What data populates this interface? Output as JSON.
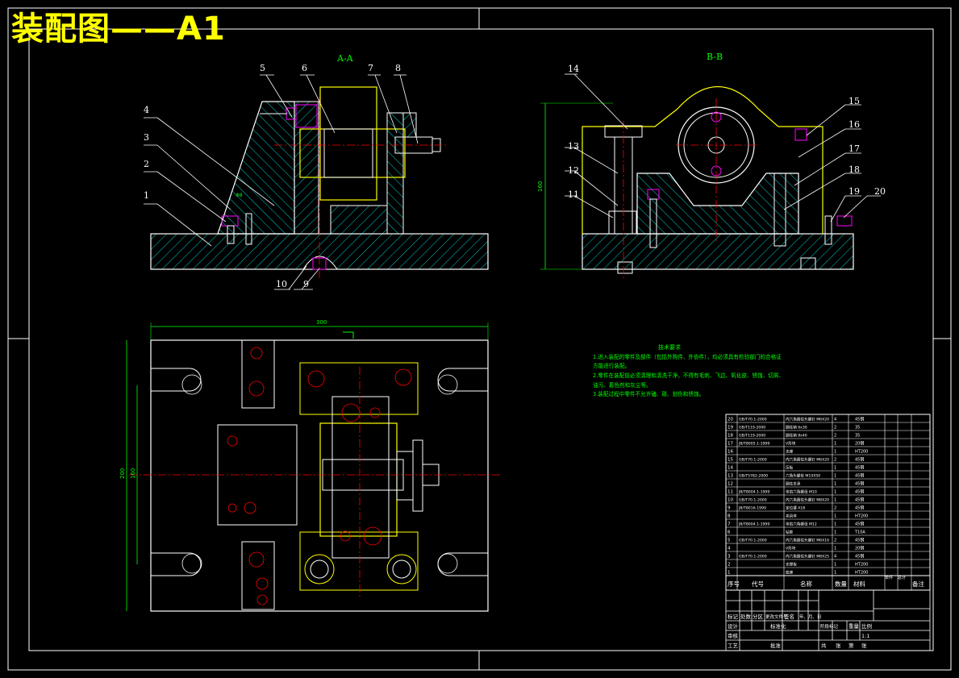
{
  "title": "装配图——A1",
  "sections": {
    "aa": "A-A",
    "bb": "B-B"
  },
  "balloons_aa": [
    "1",
    "2",
    "3",
    "4",
    "5",
    "6",
    "7",
    "8",
    "9",
    "10"
  ],
  "balloons_bb": [
    "11",
    "12",
    "13",
    "14",
    "15",
    "16",
    "17",
    "18",
    "19",
    "20"
  ],
  "dims": {
    "bb_height": "160",
    "plan_width": "300",
    "plan_height_outer": "200",
    "plan_height_inner": "160"
  },
  "notes": {
    "heading": "技术要求",
    "lines": [
      "1.进入装配的零件及部件（包括外购件、外协件），均必须具有检验部门的合格证",
      "方能进行装配。",
      "2.零件在装配前必须清理和清洗干净，不得有毛刺、飞边、氧化皮、锈蚀、切屑、",
      "油污、着色剂和灰尘等。",
      "3.装配过程中零件不允许磕、碰、划伤和锈蚀。"
    ]
  },
  "bom": {
    "headers": [
      "序号",
      "代号",
      "名称",
      "数量",
      "材料",
      "单件",
      "总计",
      "备注"
    ],
    "rows": [
      [
        "20",
        "GB/T70.1-2000",
        "内六角圆柱头螺钉 M6X20",
        "4",
        "45钢"
      ],
      [
        "19",
        "GB/T119-2000",
        "圆柱销 6x30",
        "2",
        "35"
      ],
      [
        "18",
        "GB/T119-2000",
        "圆柱销 8x40",
        "2",
        "35"
      ],
      [
        "17",
        "JB/T8005.1-1999",
        "V形块",
        "1",
        "20钢"
      ],
      [
        "16",
        "",
        "支座",
        "1",
        "HT200"
      ],
      [
        "15",
        "GB/T70.1-2000",
        "内六角圆柱头螺钉 M6X20",
        "2",
        "45钢"
      ],
      [
        "14",
        "",
        "压板",
        "1",
        "45钢"
      ],
      [
        "13",
        "GB/T5782-2000",
        "六角头螺栓 M10X50",
        "1",
        "45钢"
      ],
      [
        "12",
        "",
        "圆柱支承",
        "1",
        "45钢"
      ],
      [
        "11",
        "JB/T8004.1-1999",
        "带肩六角螺母 M10",
        "1",
        "45钢"
      ],
      [
        "10",
        "GB/T70.1-2000",
        "内六角圆柱头螺钉 M8X20",
        "1",
        "45钢"
      ],
      [
        "9",
        "JB/T8016-1999",
        "定位键 A18",
        "2",
        "45钢"
      ],
      [
        "8",
        "",
        "夹具体",
        "1",
        "HT200"
      ],
      [
        "7",
        "JB/T8004.1-1999",
        "带肩六角螺母 M12",
        "1",
        "45钢"
      ],
      [
        "6",
        "",
        "钻套",
        "1",
        "T10A"
      ],
      [
        "5",
        "GB/T70.1-2000",
        "内六角圆柱头螺钉 M6X16",
        "2",
        "45钢"
      ],
      [
        "4",
        "",
        "V形块",
        "1",
        "20钢"
      ],
      [
        "3",
        "GB/T70.1-2000",
        "内六角圆柱头螺钉 M8X25",
        "4",
        "45钢"
      ],
      [
        "2",
        "",
        "支撑板",
        "1",
        "HT200"
      ],
      [
        "1",
        "",
        "底座",
        "1",
        "HT200"
      ]
    ]
  },
  "title_block": {
    "r1": [
      "标记",
      "处数",
      "分区",
      "更改文件号",
      "签名",
      "年、月、日"
    ],
    "r2": [
      "设计",
      "",
      "标准化"
    ],
    "r3": [
      "阶段标记",
      "重量",
      "比例"
    ],
    "r4": [
      "审核"
    ],
    "r5": [
      "工艺",
      "",
      "批准"
    ],
    "r6": [
      "共",
      "张",
      "第",
      "张"
    ],
    "scale": "1:1"
  },
  "colors": {
    "background": "#000000",
    "title": "#ffff00",
    "outline": "#ffffff",
    "part": "#ffff00",
    "hatch": "#00ffff",
    "centerline": "#ff0000",
    "dimension": "#00ff00",
    "fastener": "#ff00ff"
  }
}
